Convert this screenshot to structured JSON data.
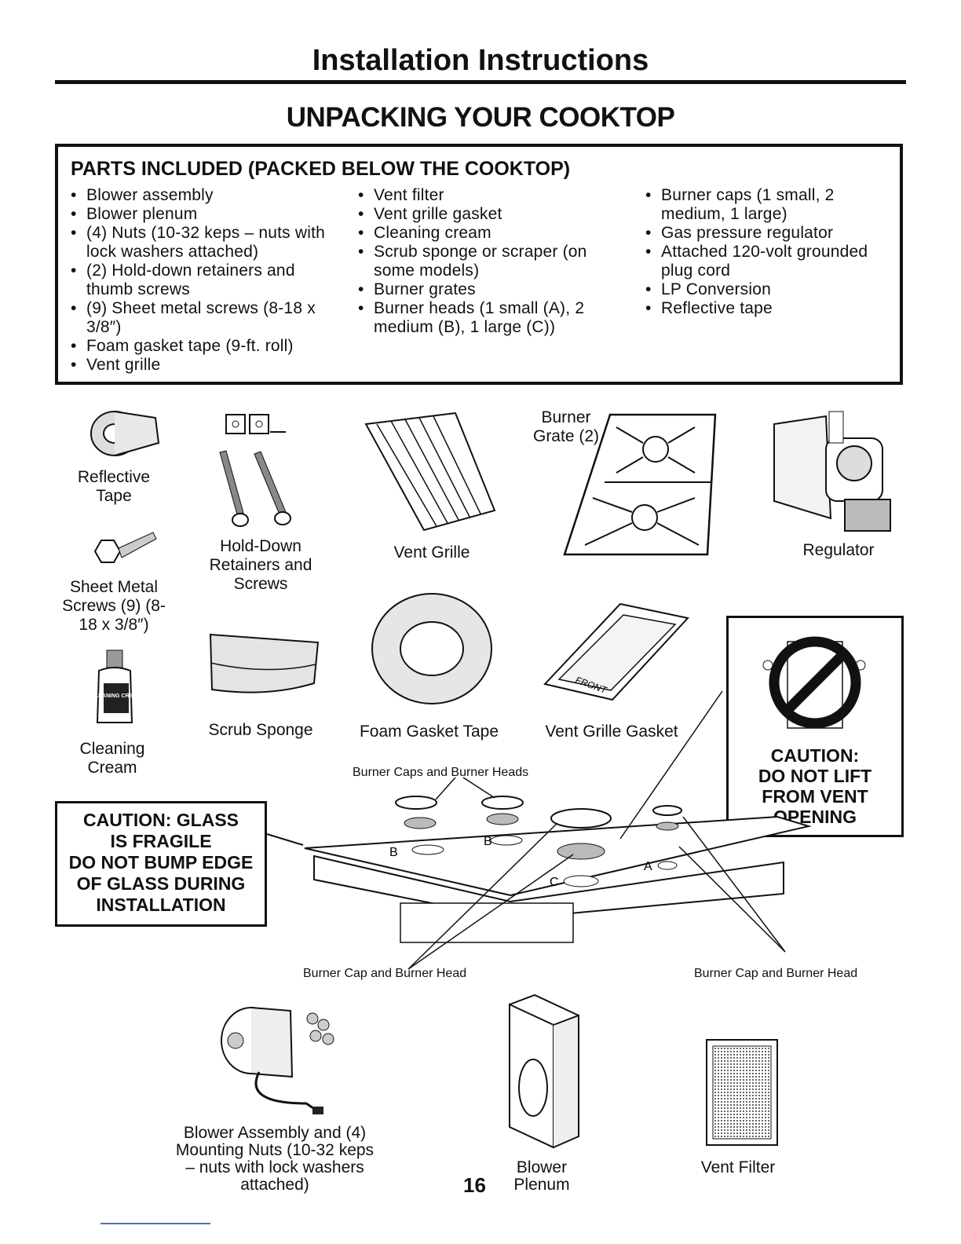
{
  "header": {
    "title": "Installation Instructions",
    "section": "UNPACKING YOUR COOKTOP"
  },
  "parts": {
    "heading": "PARTS INCLUDED (PACKED BELOW THE COOKTOP)",
    "col1": [
      "Blower assembly",
      "Blower plenum",
      "(4) Nuts (10-32 keps – nuts with lock washers attached)",
      "(2) Hold-down retainers and thumb screws",
      "(9) Sheet metal screws (8-18 x 3/8″)",
      "Foam gasket tape (9-ft. roll)",
      "Vent grille"
    ],
    "col2": [
      "Vent filter",
      "Vent grille gasket",
      "Cleaning cream",
      "Scrub sponge or scraper (on some models)",
      "Burner grates",
      "Burner heads (1 small (A), 2 medium (B), 1 large (C))"
    ],
    "col3": [
      "Burner caps (1 small, 2 medium, 1 large)",
      "Gas pressure regulator",
      "Attached 120-volt grounded plug cord",
      "LP Conversion",
      "Reflective tape"
    ]
  },
  "figures": {
    "reflective_tape": "Reflective Tape",
    "hold_down": "Hold-Down Retainers and Screws",
    "vent_grille": "Vent Grille",
    "burner_grate": "Burner Grate (2)",
    "regulator": "Regulator",
    "sheet_metal": "Sheet Metal Screws (9) (8-18 x 3/8″)",
    "scrub_sponge": "Scrub Sponge",
    "foam_gasket": "Foam Gasket Tape",
    "vent_grille_gasket": "Vent Grille Gasket",
    "cleaning_cream": "Cleaning Cream",
    "cleaning_cream_bottle_text": "CLEANING CREAM",
    "vent_grille_gasket_text": "FRONT",
    "burner_caps_heads": "Burner Caps and Burner Heads",
    "burner_cap_head_left": "Burner Cap and Burner Head",
    "burner_cap_head_right": "Burner Cap and Burner Head",
    "blower_assembly": "Blower Assembly and (4) Mounting Nuts (10-32 keps – nuts with lock washers attached)",
    "blower_plenum": "Blower Plenum",
    "vent_filter": "Vent Filter",
    "burner_letters": [
      "B",
      "B",
      "C",
      "A"
    ]
  },
  "cautions": {
    "glass": [
      "CAUTION: GLASS",
      "IS FRAGILE",
      "DO NOT BUMP EDGE",
      "OF GLASS DURING",
      "INSTALLATION"
    ],
    "vent": [
      "CAUTION:",
      "DO NOT LIFT",
      "FROM VENT",
      "OPENING"
    ]
  },
  "page_number": "16"
}
